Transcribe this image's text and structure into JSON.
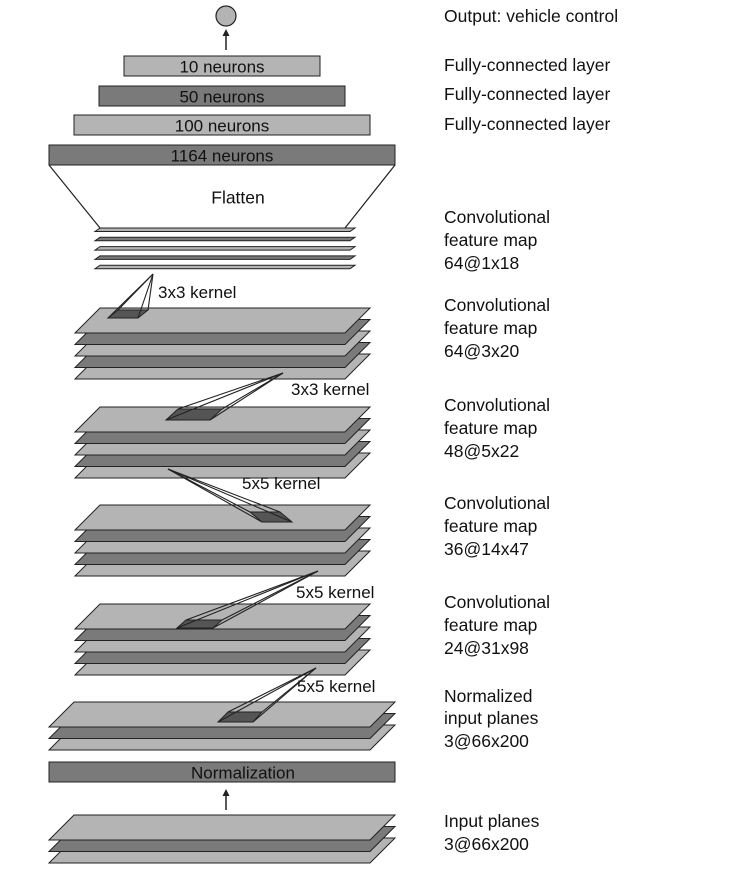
{
  "output_label": "Output: vehicle control",
  "fc_layers": [
    {
      "neurons": "10 neurons",
      "side": "Fully-connected layer"
    },
    {
      "neurons": "50 neurons",
      "side": "Fully-connected layer"
    },
    {
      "neurons": "100 neurons",
      "side": "Fully-connected layer"
    },
    {
      "neurons": "1164 neurons",
      "side": ""
    }
  ],
  "flatten_label": "Flatten",
  "conv_maps": [
    {
      "line1": "Convolutional",
      "line2": "feature map",
      "line3": "64@1x18"
    },
    {
      "line1": "Convolutional",
      "line2": "feature map",
      "line3": "64@3x20"
    },
    {
      "line1": "Convolutional",
      "line2": "feature map",
      "line3": "48@5x22"
    },
    {
      "line1": "Convolutional",
      "line2": "feature map",
      "line3": "36@14x47"
    },
    {
      "line1": "Convolutional",
      "line2": "feature map",
      "line3": "24@31x98"
    }
  ],
  "kernels": [
    "3x3 kernel",
    "3x3 kernel",
    "5x5 kernel",
    "5x5 kernel",
    "5x5 kernel"
  ],
  "normalized_planes": {
    "line1": "Normalized",
    "line2": "input planes",
    "line3": "3@66x200"
  },
  "normalization_label": "Normalization",
  "input_planes": {
    "line1": "Input planes",
    "line2": "3@66x200"
  },
  "colors": {
    "light": "#b4b4b4",
    "dark": "#7a7a7a",
    "stroke": "#222222"
  }
}
